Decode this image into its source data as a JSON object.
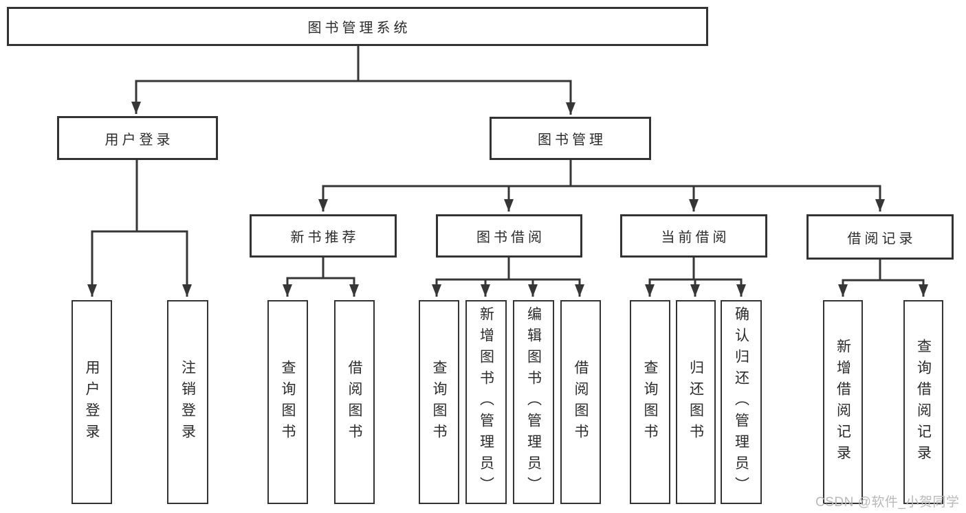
{
  "root": {
    "label": "图书管理系统"
  },
  "branches": {
    "user_login": {
      "label": "用户登录",
      "children": {
        "login": {
          "label": "用户登录"
        },
        "logout": {
          "label": "注销登录"
        }
      }
    },
    "book_mgmt": {
      "label": "图书管理",
      "children": {
        "new_recommend": {
          "label": "新书推荐",
          "children": {
            "query_books": {
              "label": "查询图书"
            },
            "borrow_books": {
              "label": "借阅图书"
            }
          }
        },
        "book_borrow": {
          "label": "图书借阅",
          "children": {
            "query_books": {
              "label": "查询图书"
            },
            "add_books": {
              "label": "新增图书（管理员）"
            },
            "edit_books": {
              "label": "编辑图书（管理员）"
            },
            "borrow_books": {
              "label": "借阅图书"
            }
          }
        },
        "current_borrow": {
          "label": "当前借阅",
          "children": {
            "query_books": {
              "label": "查询图书"
            },
            "return_books": {
              "label": "归还图书"
            },
            "confirm_return": {
              "label": "确认归还（管理员）"
            }
          }
        },
        "borrow_records": {
          "label": "借阅记录",
          "children": {
            "add_record": {
              "label": "新增借阅记录"
            },
            "query_record": {
              "label": "查询借阅记录"
            }
          }
        }
      }
    }
  },
  "watermark": {
    "text": "CSDN @软件_小贺同学",
    "color": "#b9b9b9"
  },
  "colors": {
    "line": "#363636",
    "box_border": "#333333",
    "text": "#2b2b2b",
    "background": "#ffffff"
  }
}
